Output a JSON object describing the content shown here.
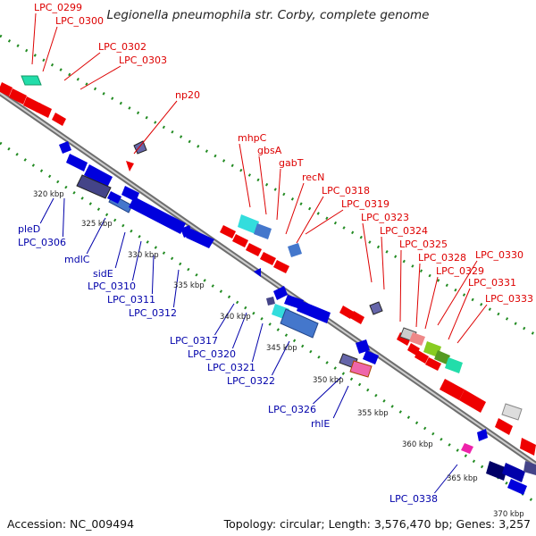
{
  "title": "Legionella pneumophila str. Corby, complete genome",
  "footer": {
    "accession": "Accession: NC_009494",
    "topology": "Topology: circular; Length: 3,576,470 bp; Genes: 3,257"
  },
  "colors": {
    "forward_label": "#dd0000",
    "reverse_label": "#0000aa",
    "forward_gene": "#ee0000",
    "reverse_gene": "#0000dd",
    "backbone": "#8c8c8c",
    "ticks": "#228b22"
  },
  "scale_labels": [
    "320 kbp",
    "325 kbp",
    "330 kbp",
    "335 kbp",
    "340 kbp",
    "345 kbp",
    "350 kbp",
    "355 kbp",
    "360 kbp",
    "365 kbp",
    "370 kbp"
  ],
  "forward_labels": [
    "LPC_0299",
    "LPC_0300",
    "LPC_0302",
    "LPC_0303",
    "np20",
    "mhpC",
    "gbsA",
    "gabT",
    "recN",
    "LPC_0318",
    "LPC_0319",
    "LPC_0323",
    "LPC_0324",
    "LPC_0325",
    "LPC_0328",
    "LPC_0329",
    "LPC_0330",
    "LPC_0331",
    "LPC_0333"
  ],
  "reverse_labels": [
    "pleD",
    "LPC_0306",
    "mdlC",
    "sidE",
    "LPC_0310",
    "LPC_0311",
    "LPC_0312",
    "LPC_0317",
    "LPC_0320",
    "LPC_0321",
    "LPC_0322",
    "LPC_0326",
    "rhlE",
    "LPC_0338"
  ]
}
